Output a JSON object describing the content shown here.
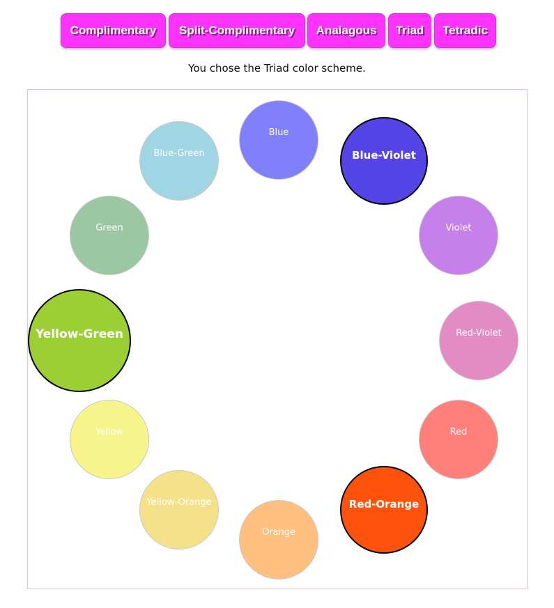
{
  "scheme_buttons": [
    {
      "label": "Complimentary"
    },
    {
      "label": "Split-Complimentary"
    },
    {
      "label": "Analagous"
    },
    {
      "label": "Triad"
    },
    {
      "label": "Tetradic"
    }
  ],
  "status_text": "You chose the Triad color scheme.",
  "selected_scheme": "Triad",
  "colors": [
    {
      "name": "Blue",
      "hex": "#8080fa",
      "selected": false
    },
    {
      "name": "Blue-Violet",
      "hex": "#5545e6",
      "selected": true
    },
    {
      "name": "Violet",
      "hex": "#c77fea",
      "selected": false
    },
    {
      "name": "Red-Violet",
      "hex": "#e38cc3",
      "selected": false
    },
    {
      "name": "Red",
      "hex": "#ff7f7b",
      "selected": false
    },
    {
      "name": "Red-Orange",
      "hex": "#ff520d",
      "selected": true
    },
    {
      "name": "Orange",
      "hex": "#ffbf7f",
      "selected": false
    },
    {
      "name": "Yellow-Orange",
      "hex": "#f5e18a",
      "selected": false
    },
    {
      "name": "Yellow",
      "hex": "#f7f48b",
      "selected": false
    },
    {
      "name": "Yellow-Green",
      "hex": "#9ccf33",
      "selected": true
    },
    {
      "name": "Green",
      "hex": "#9bc8a2",
      "selected": false
    },
    {
      "name": "Blue-Green",
      "hex": "#a0d6e4",
      "selected": false
    }
  ]
}
